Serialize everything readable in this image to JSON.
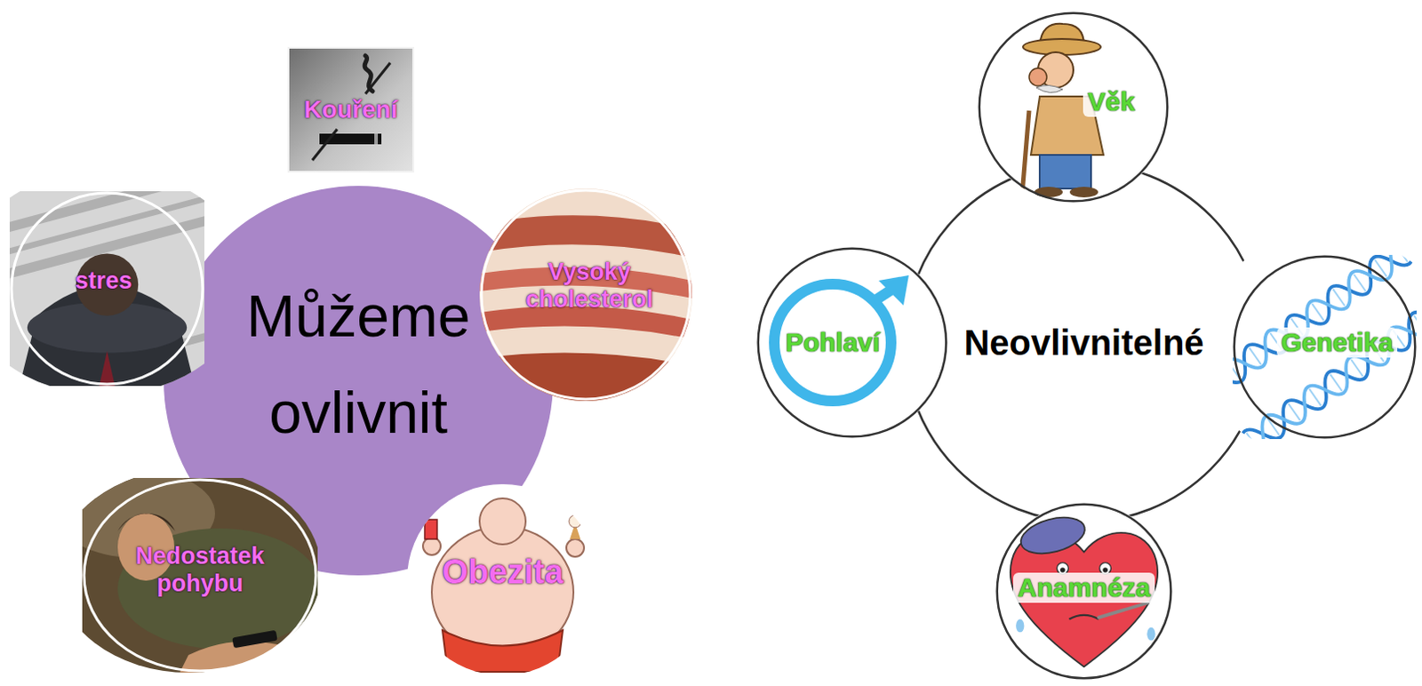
{
  "diagram": {
    "nodes": [
      {
        "text": [
          "Můžeme ovlivnit"
        ]
      },
      {
        "text": [
          "Kouření"
        ]
      },
      {
        "text": [
          "Vysoký cholesterol"
        ]
      },
      {
        "text": [
          "Obezita"
        ]
      },
      {
        "text": [
          "Nedostatek pohybu"
        ]
      },
      {
        "text": [
          "stres"
        ]
      },
      {
        "text": [
          "Neovlivnitelné"
        ]
      },
      {
        "text": [
          "Věk"
        ]
      },
      {
        "text": [
          "Genetika"
        ]
      },
      {
        "text": [
          "Anamnéza"
        ]
      },
      {
        "text": [
          "Pohlaví"
        ]
      }
    ]
  }
}
